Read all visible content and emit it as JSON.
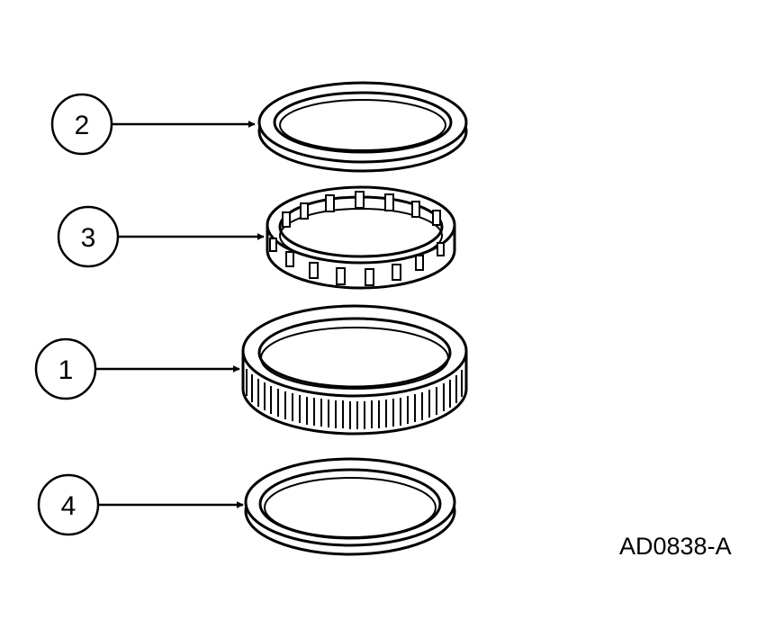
{
  "figure": {
    "id_label": "AD0838-A",
    "ink_color": "#000000",
    "background_color": "#ffffff"
  },
  "callouts": [
    {
      "number": "2",
      "part": "thrust-washer-top"
    },
    {
      "number": "3",
      "part": "roller-cage"
    },
    {
      "number": "1",
      "part": "outer-race"
    },
    {
      "number": "4",
      "part": "thrust-washer-bottom"
    }
  ]
}
